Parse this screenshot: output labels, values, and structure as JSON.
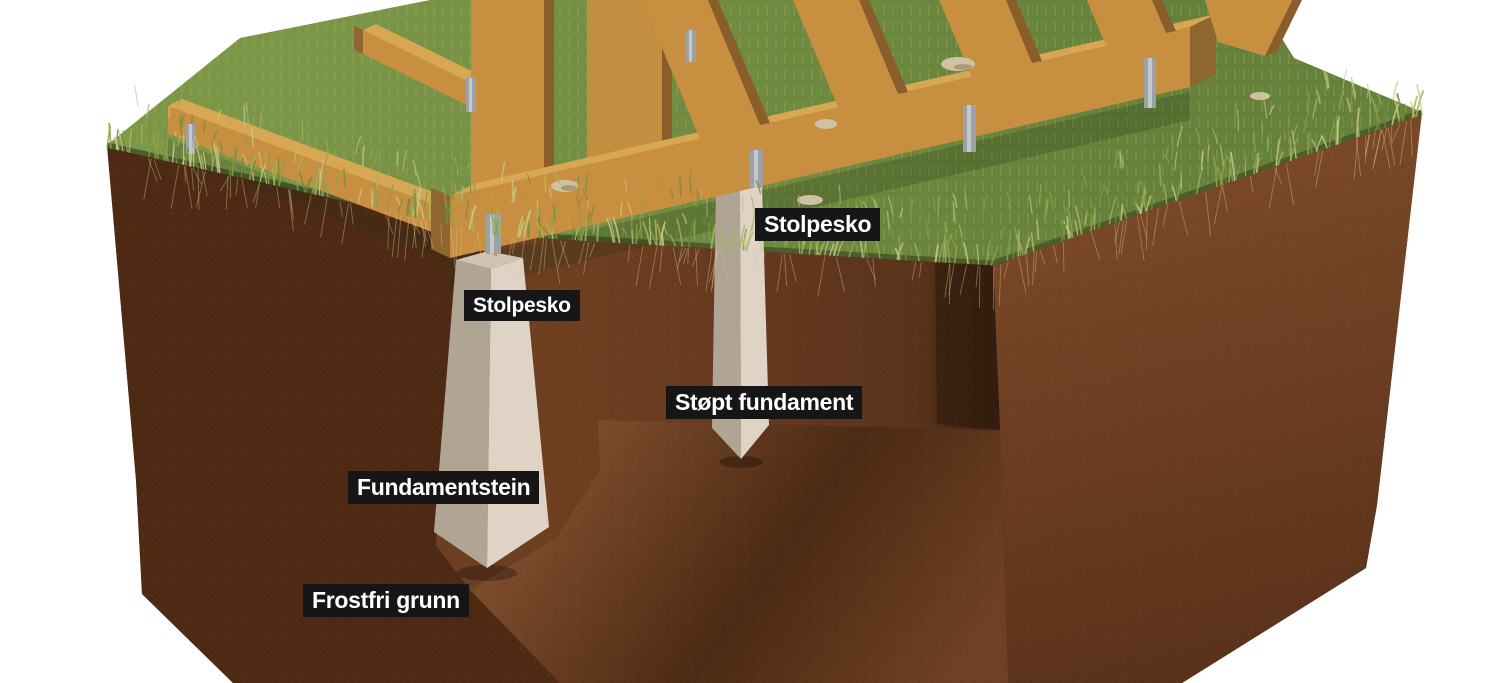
{
  "diagram": {
    "labels": [
      {
        "id": "stolpesko-left",
        "text": "Stolpesko"
      },
      {
        "id": "stolpesko-right",
        "text": "Stolpesko"
      },
      {
        "id": "stopt-fundament",
        "text": "Støpt fundament"
      },
      {
        "id": "fundamentstein",
        "text": "Fundamentstein"
      },
      {
        "id": "frostfri-grunn",
        "text": "Frostfri grunn"
      }
    ],
    "colors": {
      "background": "#ffffff",
      "soil_base": "#60361c",
      "soil_left": "#4e2a14",
      "soil_cut": "#6e3e21",
      "soil_back": "#5a331c",
      "soil_inner_shadow": "#331d0e",
      "soil_right_light": "#7d4a29",
      "soil_right_dark": "#583019",
      "floor_light": "#7a4a2b",
      "floor_dark": "#4c2a13",
      "floor_front": "#6f4124",
      "grass_main": "#7d9749",
      "grass_dark": "#64803a",
      "grass_edge": "#4c5d2b",
      "wood_front": "#c78f3f",
      "wood_top": "#d8a754",
      "wood_side": "#8a5e2b",
      "wood_end": "#8f6530",
      "concrete_light": "#ded3c4",
      "concrete_shadow": "#b0a492",
      "concrete_top": "#cfc4b4",
      "metal": "#9ba1a5",
      "metal_light": "#c3c8cb",
      "pebble": "#cfc2a2",
      "pebble_dark": "#a99a79",
      "root": "#d8c291",
      "grass_blade_1": "#a8b35f",
      "grass_blade_2": "#8ba14c",
      "grass_blade_3": "#c9c98b",
      "grass_blade_4": "#6f8a3c"
    }
  }
}
